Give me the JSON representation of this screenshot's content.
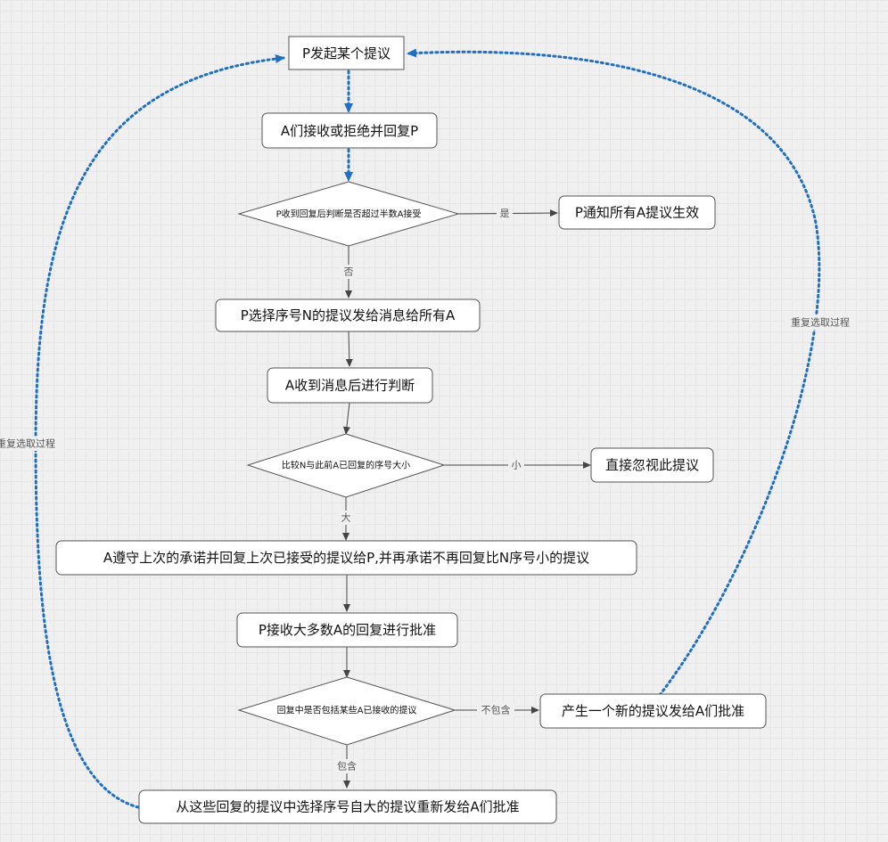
{
  "nodes": {
    "n1": "P发起某个提议",
    "n2": "A们接收或拒绝并回复P",
    "d1": "P收到回复后判断是否超过半数A接受",
    "n3": "P通知所有A提议生效",
    "n4": "P选择序号N的提议发给消息给所有A",
    "n5": "A收到消息后进行判断",
    "d2": "比较N与此前A已回复的序号大小",
    "n6": "直接忽视此提议",
    "n7": "A遵守上次的承诺并回复上次已接受的提议给P,并再承诺不再回复比N序号小的提议",
    "n8": "P接收大多数A的回复进行批准",
    "d3": "回复中是否包括某些A已接收的提议",
    "n9": "产生一个新的提议发给A们批准",
    "n10": "从这些回复的提议中选择序号自大的提议重新发给A们批准"
  },
  "edges": {
    "yes": "是",
    "no": "否",
    "small": "小",
    "big": "大",
    "not_contain": "不包含",
    "contain": "包含"
  },
  "loops": {
    "right": "重复选取过程",
    "left": "重复选取过程"
  },
  "colors": {
    "dotted": "#1f6fc2",
    "line": "#444444",
    "node_border": "#555555",
    "node_fill": "#ffffff"
  }
}
